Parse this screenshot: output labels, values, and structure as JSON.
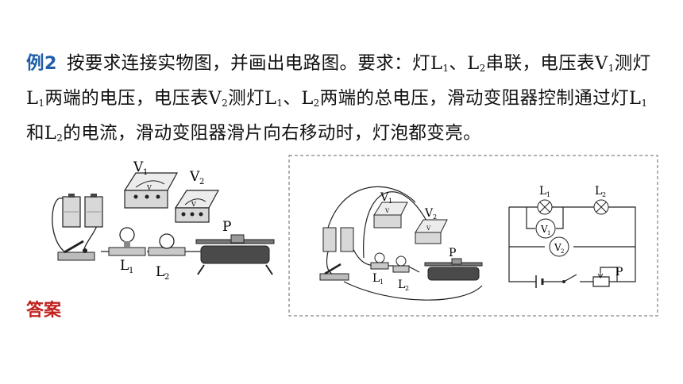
{
  "problem": {
    "label": "例2",
    "parts": [
      "按要求连接实物图，并画出电路图。要求：灯",
      "L",
      "1",
      "、",
      "L",
      "2",
      "串联，电压表",
      "V",
      "1",
      "测灯",
      "L",
      "1",
      "两端的电压，电压表",
      "V",
      "2",
      "测灯",
      "L",
      "1",
      "、",
      "L",
      "2",
      "两端的总电压，滑动变阻器控制通过灯",
      "L",
      "1",
      "和",
      "L",
      "2",
      "的电流，滑动变阻器滑片向右移动时，灯泡都变亮。"
    ]
  },
  "answer_label": "答案",
  "figures": {
    "left": {
      "v1": "V",
      "v1_sub": "1",
      "v2": "V",
      "v2_sub": "2",
      "l1": "L",
      "l1_sub": "1",
      "l2": "L",
      "l2_sub": "2",
      "p": "P",
      "meter_v": "V"
    },
    "right": {
      "v1": "V",
      "v1_sub": "1",
      "v2": "V",
      "v2_sub": "2",
      "l1": "L",
      "l1_sub": "1",
      "l2": "L",
      "l2_sub": "2",
      "p": "P",
      "meter_v": "V"
    },
    "schematic": {
      "l1": "L",
      "l1_sub": "1",
      "l2": "L",
      "l2_sub": "2",
      "v1": "V",
      "v1_sub": "1",
      "v2": "V",
      "v2_sub": "2",
      "p": "P"
    }
  },
  "colors": {
    "label": "#1f5ea8",
    "answer": "#c0231f",
    "border": "#666666"
  }
}
